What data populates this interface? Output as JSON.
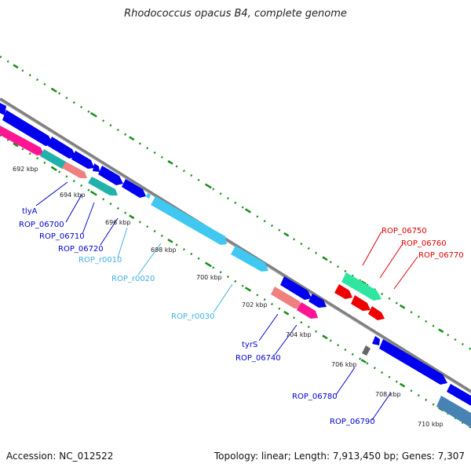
{
  "title": "Rhodococcus opacus B4, complete genome",
  "footer": {
    "accession": "Accession: NC_012522",
    "summary": "Topology: linear; Length: 7,913,450 bp; Genes: 7,307"
  },
  "colors": {
    "cds": "#0000ee",
    "rrna_magenta": "#ff1493",
    "rrna_teal": "#20b2aa",
    "rrna_light": "#f08080",
    "trna": "#40c8f0",
    "green_feature": "#2ee6a0",
    "red_feature": "#ee0000",
    "grey_feature": "#666666",
    "steelblue_feature": "#4682b4",
    "backbone": "#808080",
    "ruler": "#1a8c1a"
  },
  "ticks": [
    "692 kbp",
    "694 kbp",
    "696 kbp",
    "698 kbp",
    "700 kbp",
    "702 kbp",
    "704 kbp",
    "706 kbp",
    "708 kbp",
    "710 kbp"
  ],
  "gene_labels": [
    {
      "name": "tlyA",
      "color": "#0000cc"
    },
    {
      "name": "ROP_06700",
      "color": "#0000cc"
    },
    {
      "name": "ROP_06710",
      "color": "#0000cc"
    },
    {
      "name": "ROP_06720",
      "color": "#0000cc"
    },
    {
      "name": "ROP_r0010",
      "color": "#40b0e0"
    },
    {
      "name": "ROP_r0020",
      "color": "#40b0e0"
    },
    {
      "name": "ROP_r0030",
      "color": "#40b0e0"
    },
    {
      "name": "tyrS",
      "color": "#0000cc"
    },
    {
      "name": "ROP_06740",
      "color": "#0000cc"
    },
    {
      "name": "ROP_06750",
      "color": "#dd0000"
    },
    {
      "name": "ROP_06760",
      "color": "#dd0000"
    },
    {
      "name": "ROP_06770",
      "color": "#dd0000"
    },
    {
      "name": "ROP_06780",
      "color": "#0000cc"
    },
    {
      "name": "ROP_06790",
      "color": "#0000cc"
    }
  ]
}
